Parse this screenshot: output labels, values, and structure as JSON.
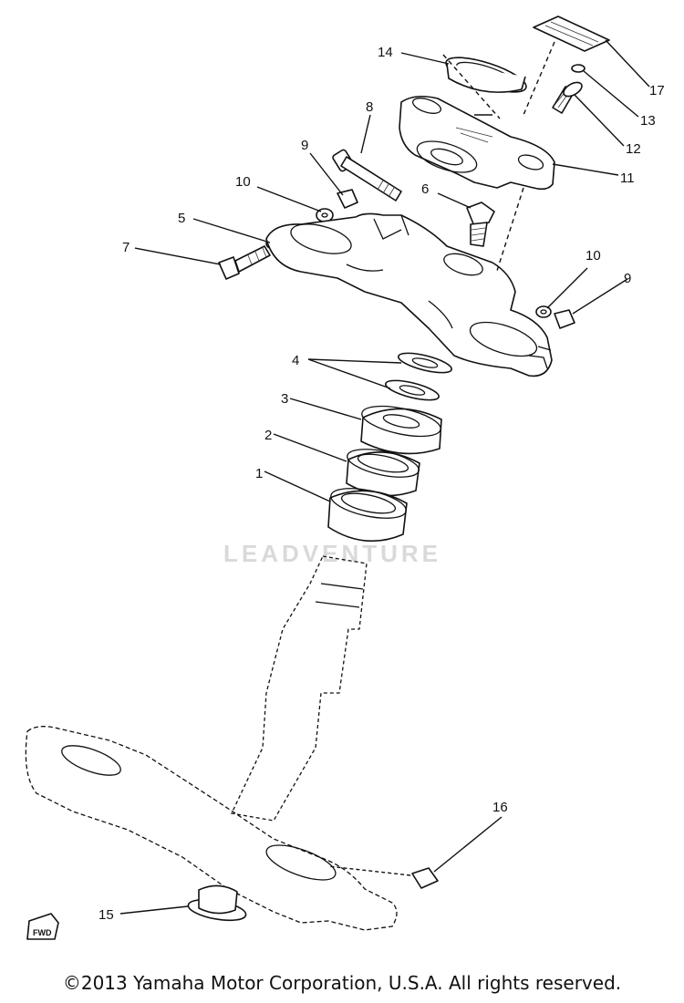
{
  "watermark": "LEADVENTURE",
  "copyright": "©2013 Yamaha Motor Corporation, U.S.A. All rights reserved.",
  "fwd_label": "FWD",
  "callouts": [
    {
      "id": "1",
      "text": "1"
    },
    {
      "id": "2",
      "text": "2"
    },
    {
      "id": "3",
      "text": "3"
    },
    {
      "id": "4",
      "text": "4"
    },
    {
      "id": "5",
      "text": "5"
    },
    {
      "id": "6",
      "text": "6"
    },
    {
      "id": "7",
      "text": "7"
    },
    {
      "id": "8",
      "text": "8"
    },
    {
      "id": "9a",
      "text": "9"
    },
    {
      "id": "9b",
      "text": "9"
    },
    {
      "id": "10a",
      "text": "10"
    },
    {
      "id": "10b",
      "text": "10"
    },
    {
      "id": "11",
      "text": "11"
    },
    {
      "id": "12",
      "text": "12"
    },
    {
      "id": "13",
      "text": "13"
    },
    {
      "id": "14",
      "text": "14"
    },
    {
      "id": "15",
      "text": "15"
    },
    {
      "id": "16",
      "text": "16"
    },
    {
      "id": "17",
      "text": "17"
    }
  ]
}
